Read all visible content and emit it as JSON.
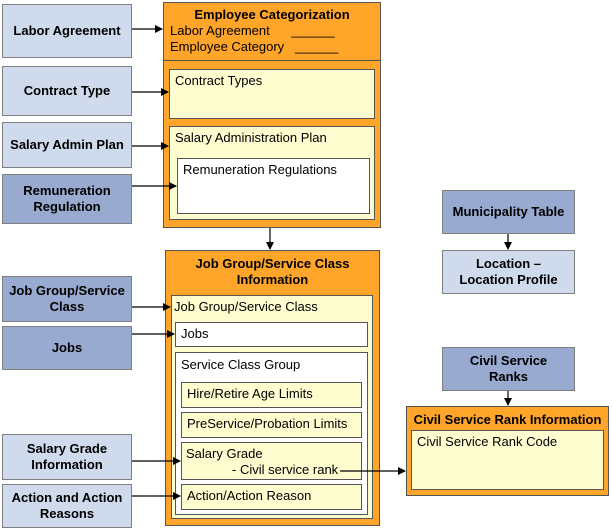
{
  "left_boxes": {
    "labor_agreement": "Labor Agreement",
    "contract_type": "Contract Type",
    "salary_admin_plan": "Salary Admin Plan",
    "remuneration_regulation": "Remuneration Regulation",
    "job_group_service_class": "Job Group/Service Class",
    "jobs": "Jobs",
    "salary_grade_information": "Salary Grade Information",
    "action_and_action_reasons": "Action and Action Reasons"
  },
  "employee_categorization": {
    "title": "Employee Categorization",
    "line1": "Labor Agreement      ______",
    "line2": "Employee Category   ______",
    "contract_types": "Contract Types",
    "salary_administration_plan": "Salary Administration Plan",
    "remuneration_regulations": "Remuneration Regulations"
  },
  "job_group": {
    "title": "Job Group/Service Class Information",
    "job_group_service_class": "Job Group/Service Class",
    "jobs": "Jobs",
    "service_class_group": "Service Class Group",
    "hire_retire": "Hire/Retire Age Limits",
    "preservice": "PreService/Probation Limits",
    "salary_grade": "Salary Grade",
    "civil_service_rank": "- Civil service rank",
    "action_reason": "Action/Action Reason"
  },
  "right": {
    "municipality_table": "Municipality Table",
    "location_profile": "Location – Location Profile",
    "civil_service_ranks": "Civil Service Ranks",
    "civil_service_rank_information": "Civil Service Rank Information",
    "civil_service_rank_code": "Civil Service Rank Code"
  },
  "colors": {
    "orange": "#ffa52a",
    "cream": "#fefdd0",
    "light_blue": "#cfdbec",
    "dark_blue": "#98aacf"
  }
}
